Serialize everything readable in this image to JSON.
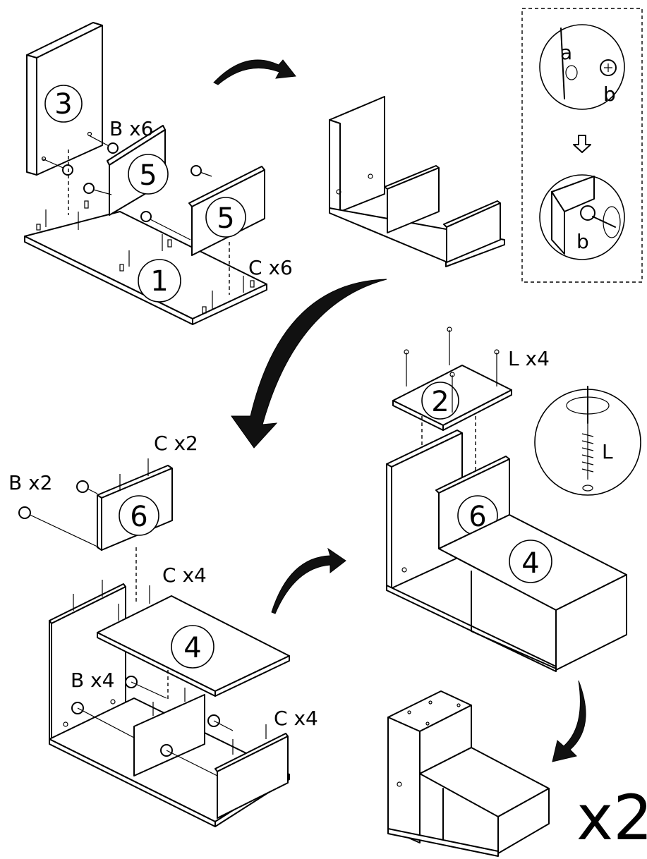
{
  "parts": {
    "p3": "3",
    "p5a": "5",
    "p5b": "5",
    "p1": "1",
    "p2": "2",
    "p6a": "6",
    "p6b": "6",
    "p4a": "4",
    "p4b": "4"
  },
  "hardware": {
    "step1_cams": "B x6",
    "step1_dowels": "C x6",
    "step2_screws": "L x4",
    "step3_cams": "B x2",
    "step3_dowels": "C x2",
    "step4_dowels_top": "C x4",
    "step4_cams": "B x4",
    "step4_dowels_right": "C x4"
  },
  "detail": {
    "label_a": "a",
    "label_b_top": "b",
    "label_b_bottom": "b",
    "label_l": "L"
  },
  "multiplier": "x2"
}
